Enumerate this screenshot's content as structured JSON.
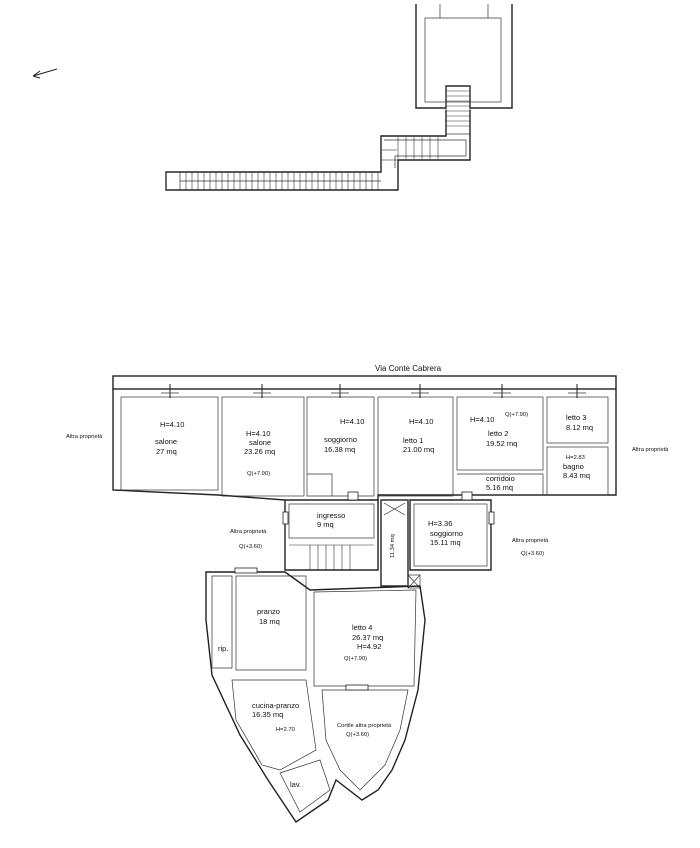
{
  "street": "Via Conte Cabrera",
  "rooms": [
    {
      "h": "H=4.10",
      "name": "salone",
      "area": "27 mq"
    },
    {
      "h": "H=4.10",
      "name": "salone",
      "area": "23.26 mq",
      "q": "Q(+7.90)"
    },
    {
      "h": "H=4.10",
      "name": "soggiorno",
      "area": "16.38 mq"
    },
    {
      "h": "H=4.10",
      "name": "letto 1",
      "area": "21.00 mq"
    },
    {
      "h": "H=4.10",
      "name": "letto 2",
      "area": "19.52 mq",
      "q": "Q(+7.90)"
    },
    {
      "name": "letto 3",
      "area": "8.12 mq"
    },
    {
      "h": "H=2.83",
      "name": "bagno",
      "area": "8.43 mq"
    },
    {
      "name": "corridoio",
      "area": "5.16 mq"
    },
    {
      "name": "ingresso",
      "area": "9 mq"
    },
    {
      "h": "H=3.36",
      "name": "soggiorno",
      "area": "15.11 mq"
    },
    {
      "name": "pranzo",
      "area": "18 mq"
    },
    {
      "name": "letto 4",
      "area": "26.37 mq",
      "h": "H=4.92",
      "q": "Q(+7.90)"
    },
    {
      "name": "cucina-pranzo",
      "area": "16.35 mq",
      "h": "H=2.70"
    },
    {
      "name": "rip."
    },
    {
      "name": "lav."
    }
  ],
  "neighbors": {
    "left": "Altra proprietà",
    "right_top": "Altra proprietà",
    "right_mid": "Altra proprietà",
    "right_mid_q": "Q(+3.60)",
    "mid": "Altra proprietà",
    "mid_q": "Q(+3.60)"
  },
  "courtyard": {
    "label": "Cortile altra proprietà",
    "q": "Q(+3.60)"
  },
  "dimension": "11.34 mq"
}
